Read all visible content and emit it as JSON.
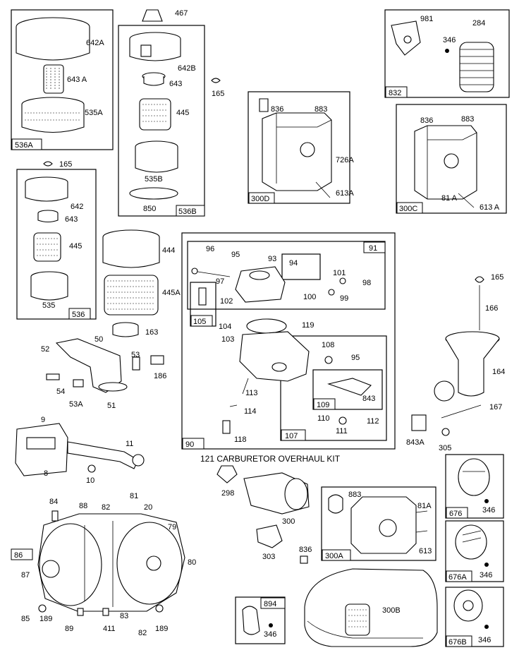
{
  "kit_title": "121 CARBURETOR OVERHAUL KIT",
  "groups": {
    "g536A": "536A",
    "g536B": "536B",
    "g536": "536",
    "g832": "832",
    "g300D": "300D",
    "g300C": "300C",
    "g91": "91",
    "g105": "105",
    "g90": "90",
    "g107": "107",
    "g109": "109",
    "g86": "86",
    "g300A": "300A",
    "g676": "676",
    "g676A": "676A",
    "g676B": "676B",
    "g894": "894"
  },
  "parts": {
    "p467": "467",
    "p642A": "642A",
    "p643A": "643 A",
    "p535A": "535A",
    "p642B": "642B",
    "p643": "643",
    "p165a": "165",
    "p445": "445",
    "p535B": "535B",
    "p850": "850",
    "p981": "981",
    "p346a": "346",
    "p284": "284",
    "p836a": "836",
    "p883a": "883",
    "p726A": "726A",
    "p613A": "613A",
    "p836b": "836",
    "p883b": "883",
    "p81A": "81 A",
    "p613Ab": "613 A",
    "p165b": "165",
    "p642": "642",
    "p643b": "643",
    "p445b": "445",
    "p535": "535",
    "p444": "444",
    "p445A": "445A",
    "p163": "163",
    "p96": "96",
    "p95": "95",
    "p93": "93",
    "p94": "94",
    "p101": "101",
    "p97": "97",
    "p102": "102",
    "p100": "100",
    "p98": "98",
    "p99": "99",
    "p104": "104",
    "p119": "119",
    "p103": "103",
    "p108": "108",
    "p95b": "95",
    "p113": "113",
    "p843": "843",
    "p114": "114",
    "p110": "110",
    "p112": "112",
    "p111": "111",
    "p118": "118",
    "p165c": "165",
    "p166": "166",
    "p164": "164",
    "p167": "167",
    "p843A": "843A",
    "p305": "305",
    "p52": "52",
    "p50": "50",
    "p53": "53",
    "p186": "186",
    "p54": "54",
    "p53A": "53A",
    "p51": "51",
    "p9": "9",
    "p11": "11",
    "p8": "8",
    "p10": "10",
    "p84": "84",
    "p88": "88",
    "p82": "82",
    "p81": "81",
    "p20": "20",
    "p79": "79",
    "p87": "87",
    "p80": "80",
    "p85": "85",
    "p189": "189",
    "p89": "89",
    "p411": "411",
    "p83": "83",
    "p82b": "82",
    "p189b": "189",
    "p298": "298",
    "p300": "300",
    "p303": "303",
    "p883c": "883",
    "p81Ab": "81A",
    "p613": "613",
    "p836c": "836",
    "p346b": "346",
    "p346c": "346",
    "p346d": "346",
    "p346e": "346",
    "p300B": "300B"
  }
}
